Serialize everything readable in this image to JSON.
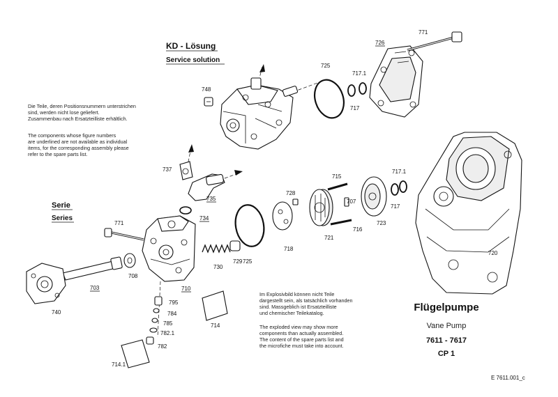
{
  "kd": {
    "title": "KD - Lösung",
    "subtitle": "Service solution",
    "note_de": [
      "Die Teile, deren Positionsnummern unterstrichen",
      "sind, werden nicht lose geliefert.",
      "Zusammenbau nach Ersatzteilliste erhältlich."
    ],
    "note_en": [
      "The components whose figure numbers",
      "are underlined are not available as individual",
      "items, for the corresponding assembly please",
      "refer to the spare parts list."
    ]
  },
  "serie": {
    "title": "Serie",
    "subtitle": "Series"
  },
  "note_bottom": {
    "de": [
      "Im Explosivbild können nicht Teile",
      "dargestellt sein, als tatsächlich vorhanden",
      "sind. Massgeblich ist Ersatzteilliste",
      "und chemischer Teilekatalog."
    ],
    "en": [
      "The exploded view may show more",
      "components than actually assembled.",
      "The content of the spare parts list and",
      "the microfiche must take into account."
    ]
  },
  "title_block": {
    "title": "Flügelpumpe",
    "subtitle": "Vane Pump",
    "range": "7611 - 7617",
    "variant": "CP 1"
  },
  "drawing_id": "E 7611.001_c",
  "part_numbers": {
    "p771_top": "771",
    "p726": "726",
    "p725_top": "725",
    "p717_1_top": "717.1",
    "p717_top": "717",
    "p748": "748",
    "p737": "737",
    "p735": "735",
    "p734": "734",
    "p715": "715",
    "p717_1_mid": "717.1",
    "p728": "728",
    "p707": "707",
    "p717_mid": "717",
    "p716": "716",
    "p723": "723",
    "p721": "721",
    "p718": "718",
    "p725_mid": "725",
    "p729": "729",
    "p730": "730",
    "p771_left": "771",
    "p708": "708",
    "p703": "703",
    "p740": "740",
    "p710": "710",
    "p795": "795",
    "p784": "784",
    "p785": "785",
    "p782_1": "782.1",
    "p782": "782",
    "p714": "714",
    "p714_1": "714.1",
    "p720": "720"
  }
}
